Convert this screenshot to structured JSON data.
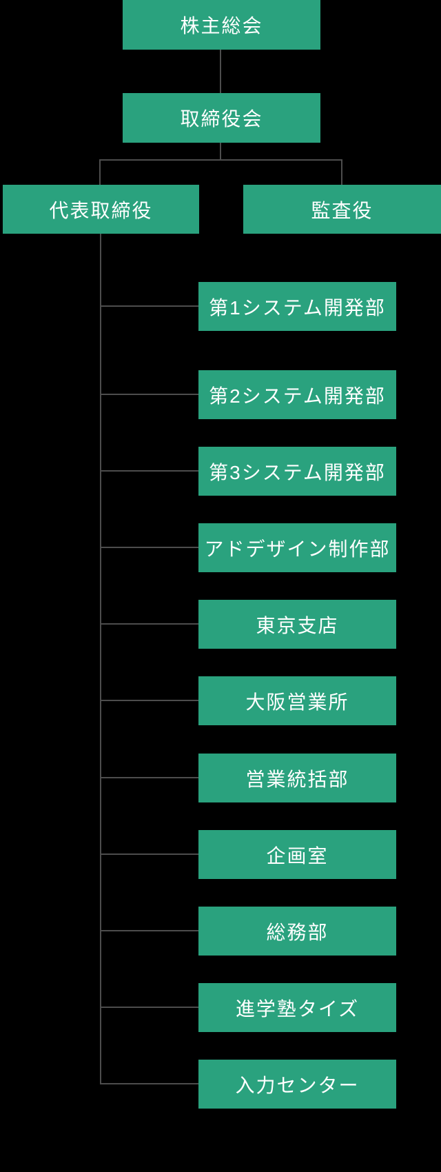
{
  "diagram": {
    "type": "organization-chart",
    "nodes": {
      "shareholders": "株主総会",
      "board": "取締役会",
      "representative": "代表取締役",
      "auditor": "監査役"
    },
    "departments": [
      "第1システム開発部",
      "第2システム開発部",
      "第3システム開発部",
      "アドデザイン制作部",
      "東京支店",
      "大阪営業所",
      "営業統括部",
      "企画室",
      "総務部",
      "進学塾タイズ",
      "入力センター"
    ],
    "colors": {
      "background": "#000000",
      "node_fill": "#2aa27e",
      "connector": "#4d4d4d",
      "text": "#ffffff"
    }
  }
}
